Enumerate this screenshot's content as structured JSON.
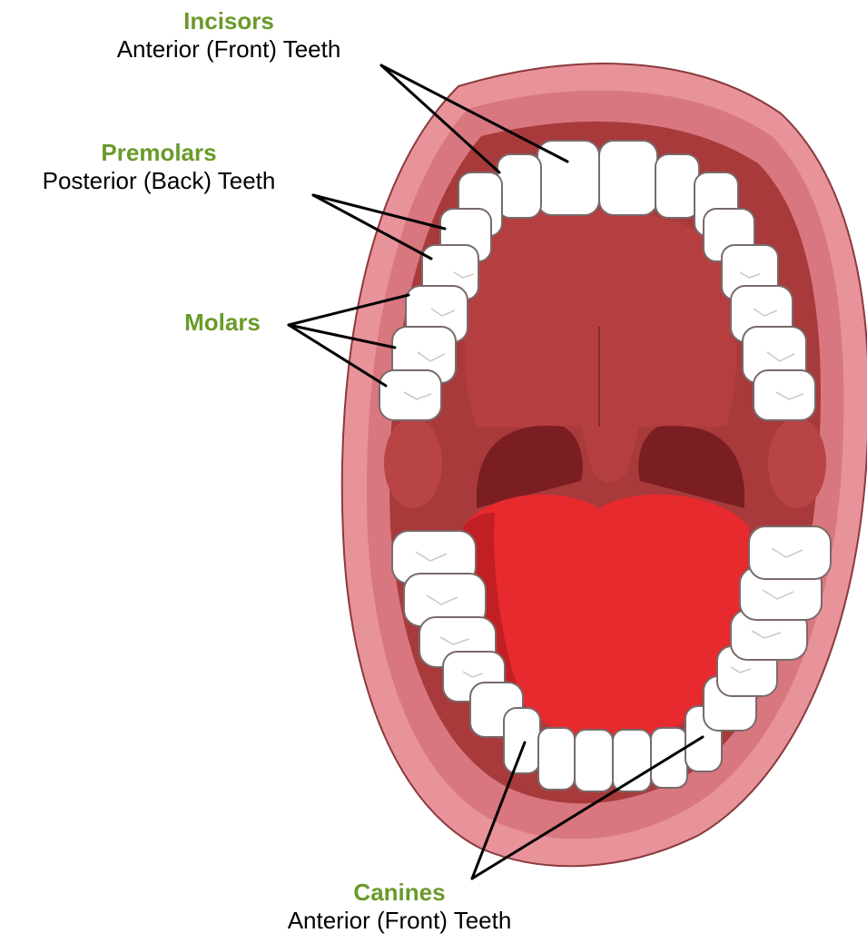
{
  "labels": {
    "incisors": {
      "name": "Incisors",
      "desc": "Anterior (Front) Teeth"
    },
    "premolars": {
      "name": "Premolars",
      "desc": "Posterior (Back) Teeth"
    },
    "molars": {
      "name": "Molars"
    },
    "canines": {
      "name": "Canines",
      "desc": "Anterior (Front) Teeth"
    }
  },
  "colors": {
    "label_green": "#6a9a2a",
    "lip": "#e8929a",
    "lip_inner": "#d8777f",
    "mouth": "#a83a3c",
    "palate": "#b53e40",
    "tongue": "#e62a2e",
    "tooth": "#ffffff"
  }
}
